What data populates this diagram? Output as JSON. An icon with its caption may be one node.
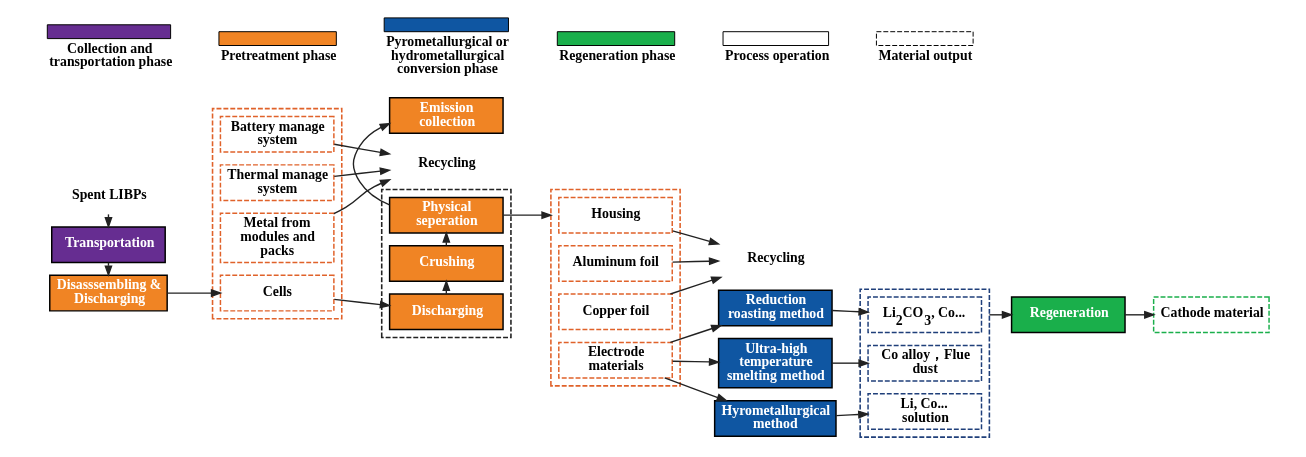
{
  "diagram": {
    "nodes": [
      {
        "text": [
          "Spent LIBPs"
        ]
      },
      {
        "text": [
          "Transportation"
        ]
      },
      {
        "text": [
          "Disasssembling & Discharging"
        ]
      },
      {
        "text": [],
        "shape": "box"
      },
      {
        "text": [
          "Battery manage system"
        ],
        "in": 3
      },
      {
        "text": [
          "Thermal manage system"
        ],
        "in": 3
      },
      {
        "text": [
          "Metal from modules and packs"
        ],
        "in": 3
      },
      {
        "text": [
          "Cells"
        ],
        "in": 3
      },
      {
        "text": [
          "Recycling"
        ]
      },
      {
        "text": [],
        "shape": "box"
      },
      {
        "text": [
          "Emission collection"
        ]
      },
      {
        "text": [
          "Physical seperation"
        ],
        "in": 9
      },
      {
        "text": [
          "Crushing"
        ],
        "in": 9
      },
      {
        "text": [
          "Discharging"
        ],
        "in": 9
      },
      {
        "text": [],
        "shape": "box"
      },
      {
        "text": [
          "Housing"
        ],
        "in": 14
      },
      {
        "text": [
          "Aluminum foil"
        ],
        "in": 14
      },
      {
        "text": [
          "Copper foil"
        ],
        "in": 14
      },
      {
        "text": [
          "Electrode materials"
        ],
        "in": 14
      },
      {
        "text": [
          "Recycling"
        ]
      },
      {
        "text": [
          "Reduction roasting method"
        ]
      },
      {
        "text": [
          "Ultra-high temperature smelting method"
        ]
      },
      {
        "text": [
          "Hyrometallurgical method"
        ]
      },
      {
        "text": [
          "Cathode material"
        ]
      },
      {
        "text": [
          "Regeneration"
        ]
      },
      {
        "text": [],
        "shape": "box"
      },
      {
        "text": [
          "Li$_{2}$CO$_{3}$, Co..."
        ],
        "in": 25
      },
      {
        "text": [
          "Co alloy，Flue dust"
        ],
        "in": 25
      },
      {
        "text": [
          "Li, Co... solution"
        ],
        "in": 25
      }
    ],
    "edges": [
      {
        "from": 0,
        "to": 1,
        "arrow": "to"
      },
      {
        "from": 1,
        "to": 2,
        "arrow": "to"
      },
      {
        "from": 2,
        "to": 7,
        "arrow": "to"
      },
      {
        "from": 4,
        "to": 8,
        "arrow": "to"
      },
      {
        "from": 5,
        "to": 8,
        "arrow": "to"
      },
      {
        "from": 6,
        "to": 8,
        "arrow": "to"
      },
      {
        "from": 7,
        "to": 13,
        "arrow": "to"
      },
      {
        "from": 13,
        "to": 12,
        "arrow": "to"
      },
      {
        "from": 12,
        "to": 11,
        "arrow": "to"
      },
      {
        "from": 11,
        "to": 10,
        "arrow": "to"
      },
      {
        "from": 11,
        "to": 14,
        "arrow": "to"
      },
      {
        "from": 15,
        "to": 19,
        "arrow": "to"
      },
      {
        "from": 16,
        "to": 19,
        "arrow": "to"
      },
      {
        "from": 17,
        "to": 19,
        "arrow": "to"
      },
      {
        "from": 18,
        "to": 20,
        "arrow": "to"
      },
      {
        "from": 18,
        "to": 21,
        "arrow": "to"
      },
      {
        "from": 18,
        "to": 22,
        "arrow": "to"
      },
      {
        "from": 20,
        "to": 26,
        "arrow": "to"
      },
      {
        "from": 21,
        "to": 27,
        "arrow": "to"
      },
      {
        "from": 22,
        "to": 28,
        "arrow": "to"
      },
      {
        "from": 25,
        "to": 24,
        "arrow": "to"
      },
      {
        "from": 24,
        "to": 23,
        "arrow": "to"
      }
    ],
    "legend": [
      {
        "text": "Collection and transportation phase",
        "color": "#662d91"
      },
      {
        "text": "Pretreatment phase",
        "color": "#f08424"
      },
      {
        "text": "Pyrometallurgical or hydrometallurgical conversion phase",
        "color": "#0f56a2"
      },
      {
        "text": "Regeneration phase",
        "color": "#1aaf4b"
      },
      {
        "text": "Process operation",
        "color": "#ffffff"
      },
      {
        "text": "Material output"
      }
    ]
  }
}
